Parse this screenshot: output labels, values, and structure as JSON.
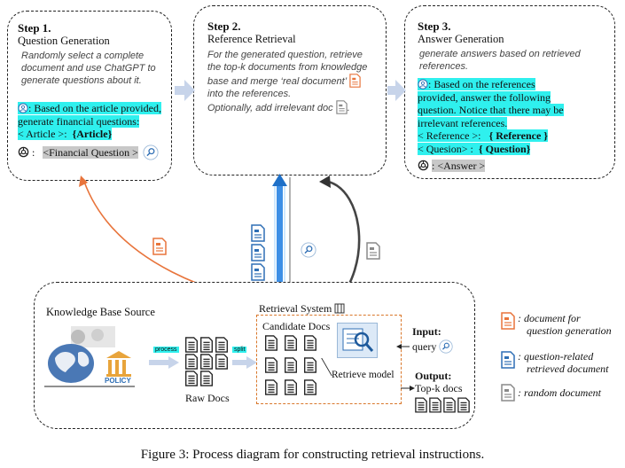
{
  "step1": {
    "title": "Step 1.",
    "subtitle": "Question Generation",
    "description": [
      "Randomly select a complete",
      "document and use ChatGPT to",
      "generate questions about it."
    ],
    "prompt_lines": [
      ": Based on the article provided,",
      "generate financial questions:"
    ],
    "article_label": "< Article >:",
    "article_value": "{Article}",
    "output": "<Financial Question >"
  },
  "step2": {
    "title": "Step 2.",
    "subtitle": "Reference Retrieval",
    "description": [
      "For the generated question, retrieve",
      "the top-k documents from knowledge",
      "base and merge ‘real document’",
      "into the references.",
      "Optionally, add irrelevant doc",
      "."
    ]
  },
  "step3": {
    "title": "Step 3.",
    "subtitle": "Answer Generation",
    "description": [
      "generate answers based on retrieved",
      "references."
    ],
    "prompt_lines": [
      ": Based on the references",
      "provided, answer the following",
      "question. Notice that there may be",
      "irrelevant references."
    ],
    "reference_label": "< Reference >:",
    "reference_value": "{ Reference }",
    "question_label": "< Quesion> :",
    "question_value": "{ Question}",
    "output": "<Answer >"
  },
  "lower": {
    "kb_source": "Knowledge Base Source",
    "process": "process",
    "split": "split",
    "raw_docs": "Raw Docs",
    "retrieval_system": "Retrieval System",
    "candidate_docs": "Candidate Docs",
    "retrieve_model": "Retrieve model",
    "input_title": "Input:",
    "input_value": "query",
    "output_title": "Output:",
    "output_value": "Top-k docs",
    "policy": "POLICY"
  },
  "legend": {
    "orange": [
      "document for",
      "question generation"
    ],
    "blue": [
      "question-related",
      "retrieved document"
    ],
    "gray": "random document"
  },
  "caption": "Figure 3: Process diagram for constructing retrieval instructions.",
  "colors": {
    "orange": "#e8743b",
    "blue": "#2f6fb5",
    "gray": "#8a8a8a",
    "cyan": "#2ff0ee",
    "arrow_blue": "#1e90ff"
  }
}
